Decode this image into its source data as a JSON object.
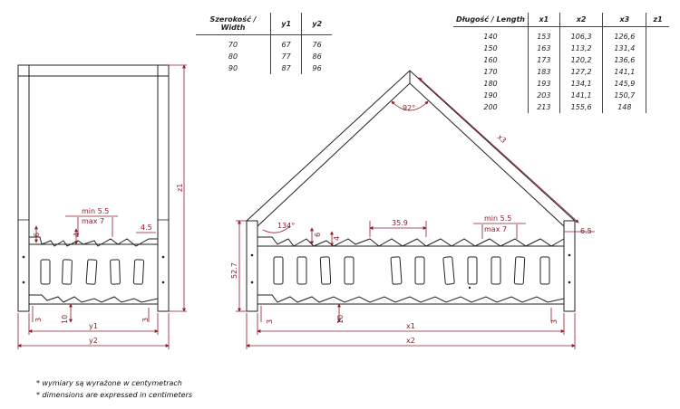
{
  "width_table": {
    "headers": [
      "Szerokość / Width",
      "y1",
      "y2"
    ],
    "rows": [
      [
        "70",
        "67",
        "76"
      ],
      [
        "80",
        "77",
        "86"
      ],
      [
        "90",
        "87",
        "96"
      ]
    ]
  },
  "length_table": {
    "headers": [
      "Długość / Length",
      "x1",
      "x2",
      "x3",
      "z1"
    ],
    "rows": [
      [
        "140",
        "153",
        "106,3",
        "126,6"
      ],
      [
        "150",
        "163",
        "113,2",
        "131,4"
      ],
      [
        "160",
        "173",
        "120,2",
        "136,6"
      ],
      [
        "170",
        "183",
        "127,2",
        "141,1"
      ],
      [
        "180",
        "193",
        "134,1",
        "145,9"
      ],
      [
        "190",
        "203",
        "141,1",
        "150,7"
      ],
      [
        "200",
        "213",
        "155,6",
        "148"
      ]
    ]
  },
  "side_view": {
    "min_label": "min 5.5",
    "max_label": "max 7",
    "dim_6": "6",
    "dim_4": "4",
    "dim_45": "4.5",
    "z1": "z1",
    "y1": "y1",
    "y2": "y2",
    "dim_3_left": "3",
    "dim_3_right": "3",
    "dim_10": "10"
  },
  "front_view": {
    "angle_top": "92°",
    "angle_side": "134°",
    "x3": "x3",
    "dim_359": "35.9",
    "min_label": "min 5.5",
    "max_label": "max 7",
    "dim_65": "6.5",
    "dim_527": "52.7",
    "dim_6": "6",
    "dim_4": "4",
    "x1": "x1",
    "x2": "x2",
    "dim_3_left": "3",
    "dim_3_right": "3",
    "dim_10": "10"
  },
  "notes": {
    "line1": "* wymiary są wyrażone w centymetrach",
    "line2": "* dimensions are expressed in centimeters"
  },
  "colors": {
    "dimension": "#8a1c2a",
    "frame": "#222222"
  }
}
